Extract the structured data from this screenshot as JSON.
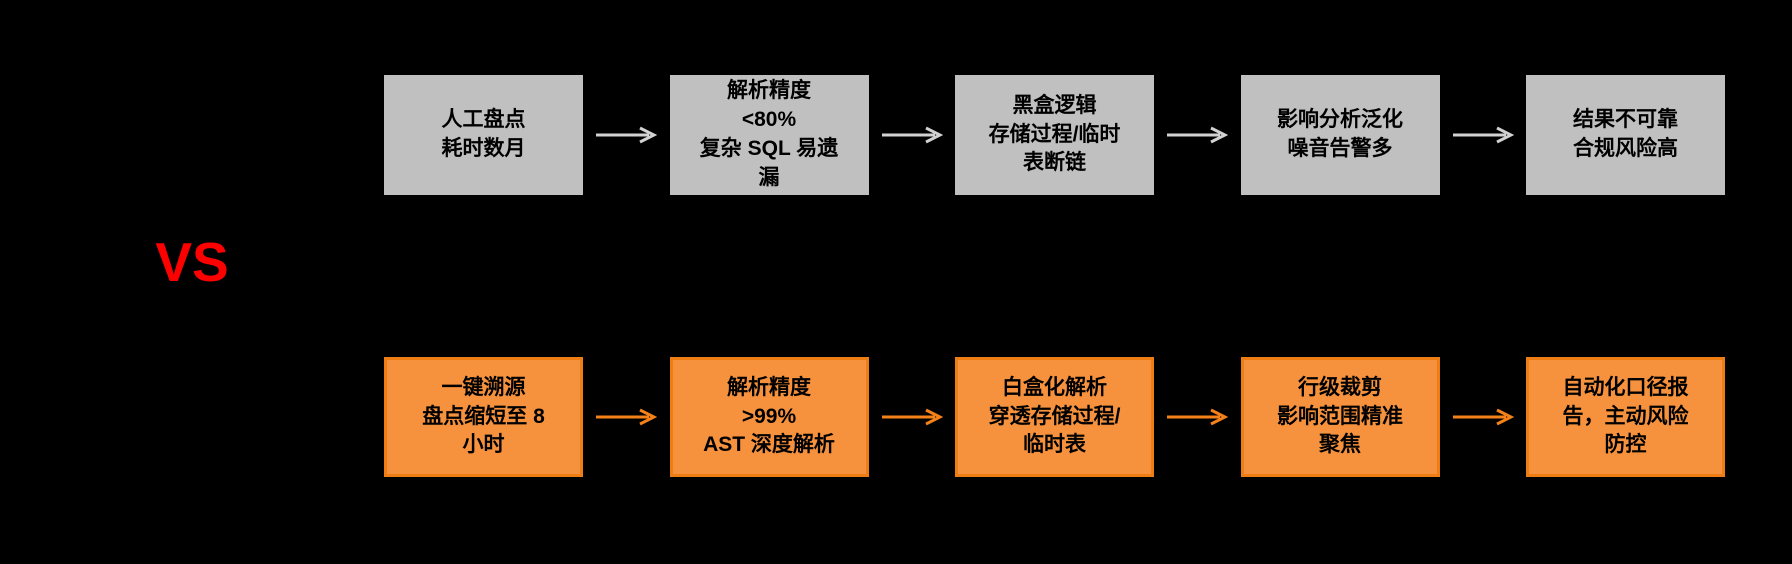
{
  "vs_label": "VS",
  "colors": {
    "background": "#000000",
    "vs": "#FF0000",
    "box_text": "#000000",
    "top_box_fill": "#C0C0C0",
    "top_arrow": "#D2D2D2",
    "bottom_box_fill": "#F6913D",
    "bottom_box_border": "#EE7E14",
    "bottom_arrow": "#F58218"
  },
  "rows": {
    "traditional": {
      "steps": [
        {
          "text": "人工盘点\n耗时数月"
        },
        {
          "text": "解析精度\n<80%\n复杂 SQL 易遗漏"
        },
        {
          "text": "黑盒逻辑\n存储过程/临时表断链"
        },
        {
          "text": "影响分析泛化\n噪音告警多"
        },
        {
          "text": "结果不可靠\n合规风险高"
        }
      ]
    },
    "modern": {
      "steps": [
        {
          "text": "一键溯源\n盘点缩短至 8 小时"
        },
        {
          "text": "解析精度\n>99%\nAST 深度解析"
        },
        {
          "text": "白盒化解析\n穿透存储过程/临时表"
        },
        {
          "text": "行级裁剪\n影响范围精准聚焦"
        },
        {
          "text": "自动化口径报告，主动风险防控"
        }
      ]
    }
  }
}
